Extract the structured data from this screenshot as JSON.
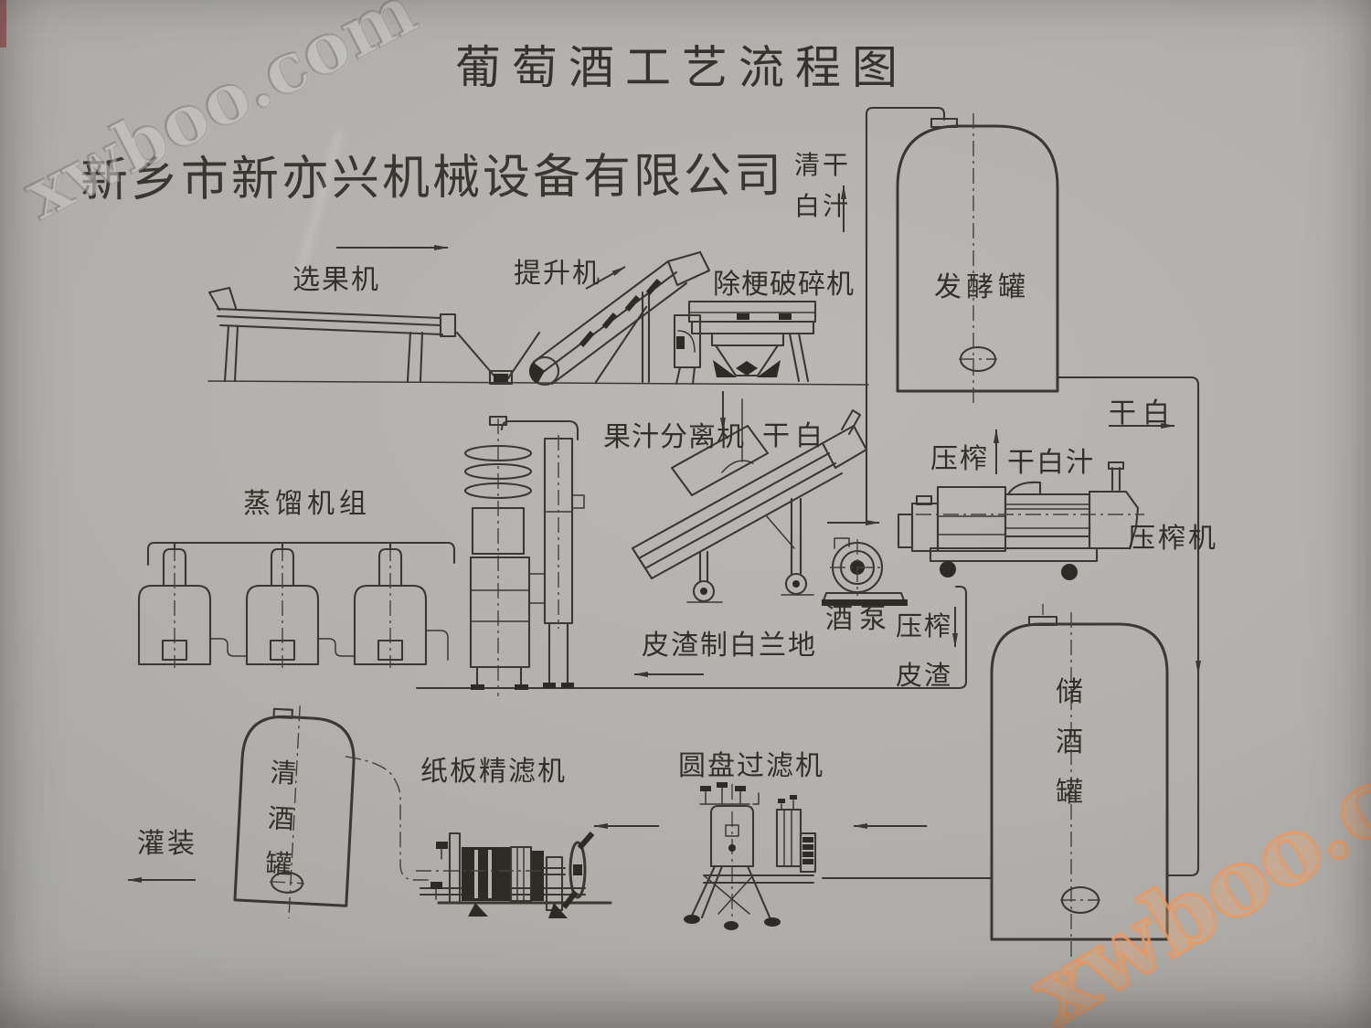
{
  "title": "葡萄酒工艺流程图",
  "company": "新乡市新亦兴机械设备有限公司",
  "watermark": {
    "text": "xwboo.com"
  },
  "colors": {
    "paper": "#b1afac",
    "ink": "#3b3833",
    "watermark_orange": "#ee985c",
    "watermark_gray": "#a3a19d"
  },
  "labels": {
    "sorter": "选果机",
    "elevator": "提升机",
    "destemmer_crusher": "除梗破碎机",
    "clear_dry_white_juice": "清干白汁",
    "fermentation_tank": "发酵罐",
    "juice_separator": "果汁分离机",
    "dry_white_center": "干白",
    "press": "压榨",
    "dry_white_juice": "干白汁",
    "dry_white_right": "干白",
    "press_machine": "压榨机",
    "distillation_unit": "蒸馏机组",
    "wine_pump": "酒泵",
    "pomace_brandy": "皮渣制白兰地",
    "pressed_pomace": "压榨皮渣",
    "wine_storage_tank": "储酒罐",
    "clear_wine_tank": "清酒罐",
    "cardboard_fine_filter": "纸板精滤机",
    "disc_filter": "圆盘过滤机",
    "filling": "灌装"
  }
}
